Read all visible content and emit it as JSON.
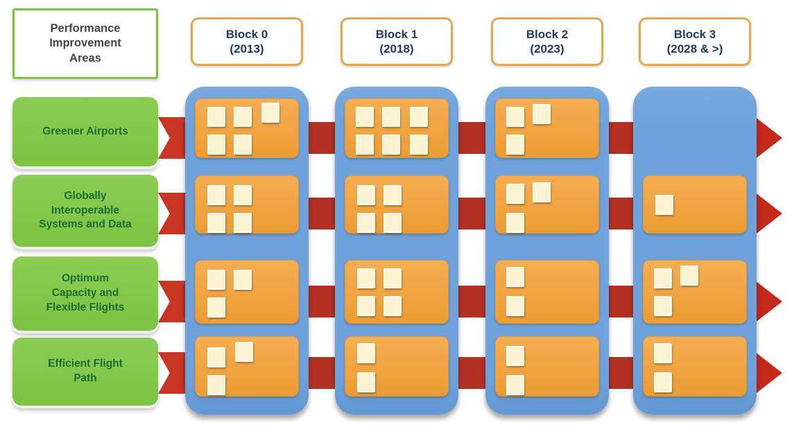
{
  "header": {
    "pia_label": "Performance\nImprovement\nAreas"
  },
  "columns": [
    {
      "id": "block0",
      "title": "Block 0",
      "year": "(2013)"
    },
    {
      "id": "block1",
      "title": "Block 1",
      "year": "(2018)"
    },
    {
      "id": "block2",
      "title": "Block 2",
      "year": "(2023)"
    },
    {
      "id": "block3",
      "title": "Block 3",
      "year": "(2028 & >)"
    }
  ],
  "rows": [
    {
      "id": "greener-airports",
      "label": "Greener Airports"
    },
    {
      "id": "globally-interoperable-systems-and-data",
      "label": "Globally\nInteroperable\nSystems and Data"
    },
    {
      "id": "optimum-capacity-and-flexible-flights",
      "label": "Optimum\nCapacity and\nFlexible Flights"
    },
    {
      "id": "efficient-flight-path",
      "label": "Efficient Flight\nPath"
    }
  ],
  "cells": [
    {
      "col": 0,
      "row": 0,
      "box": true,
      "module_count": 5,
      "squares": [
        [
          18,
          12
        ],
        [
          56,
          12
        ],
        [
          96,
          6
        ],
        [
          18,
          52
        ],
        [
          56,
          52
        ]
      ]
    },
    {
      "col": 0,
      "row": 1,
      "box": true,
      "module_count": 4,
      "squares": [
        [
          18,
          14
        ],
        [
          56,
          14
        ],
        [
          18,
          54
        ],
        [
          56,
          54
        ]
      ]
    },
    {
      "col": 0,
      "row": 2,
      "box": true,
      "module_count": 3,
      "squares": [
        [
          18,
          14
        ],
        [
          56,
          14
        ],
        [
          18,
          54
        ]
      ]
    },
    {
      "col": 0,
      "row": 3,
      "box": true,
      "module_count": 3,
      "squares": [
        [
          18,
          16
        ],
        [
          58,
          8
        ],
        [
          18,
          56
        ]
      ]
    },
    {
      "col": 1,
      "row": 0,
      "box": true,
      "module_count": 6,
      "squares": [
        [
          16,
          12
        ],
        [
          54,
          12
        ],
        [
          94,
          12
        ],
        [
          16,
          52
        ],
        [
          54,
          52
        ],
        [
          94,
          52
        ]
      ]
    },
    {
      "col": 1,
      "row": 1,
      "box": true,
      "module_count": 4,
      "squares": [
        [
          18,
          14
        ],
        [
          56,
          14
        ],
        [
          18,
          54
        ],
        [
          56,
          54
        ]
      ]
    },
    {
      "col": 1,
      "row": 2,
      "box": true,
      "module_count": 4,
      "squares": [
        [
          18,
          12
        ],
        [
          56,
          12
        ],
        [
          18,
          52
        ],
        [
          56,
          52
        ]
      ]
    },
    {
      "col": 1,
      "row": 3,
      "box": true,
      "module_count": 2,
      "squares": [
        [
          18,
          10
        ],
        [
          18,
          52
        ]
      ]
    },
    {
      "col": 2,
      "row": 0,
      "box": true,
      "module_count": 3,
      "squares": [
        [
          16,
          12
        ],
        [
          54,
          8
        ],
        [
          16,
          52
        ]
      ]
    },
    {
      "col": 2,
      "row": 1,
      "box": true,
      "module_count": 3,
      "squares": [
        [
          16,
          12
        ],
        [
          54,
          10
        ],
        [
          16,
          54
        ]
      ]
    },
    {
      "col": 2,
      "row": 2,
      "box": true,
      "module_count": 2,
      "squares": [
        [
          16,
          10
        ],
        [
          16,
          52
        ]
      ]
    },
    {
      "col": 2,
      "row": 3,
      "box": true,
      "module_count": 2,
      "squares": [
        [
          16,
          14
        ],
        [
          16,
          56
        ]
      ]
    },
    {
      "col": 3,
      "row": 0,
      "box": false,
      "module_count": 0,
      "squares": []
    },
    {
      "col": 3,
      "row": 1,
      "box": true,
      "module_count": 1,
      "squares": [
        [
          18,
          28
        ]
      ]
    },
    {
      "col": 3,
      "row": 2,
      "box": true,
      "module_count": 3,
      "squares": [
        [
          16,
          12
        ],
        [
          54,
          8
        ],
        [
          16,
          52
        ]
      ]
    },
    {
      "col": 3,
      "row": 3,
      "box": true,
      "module_count": 2,
      "squares": [
        [
          16,
          10
        ],
        [
          16,
          52
        ]
      ]
    }
  ],
  "colors": {
    "green": "#7cc342",
    "green-text": "#1b6c31",
    "blue": "#6fa2da",
    "orange": "#efa341",
    "cream": "#fbf3d1",
    "red-dark": "#b33123",
    "red-bright": "#c93523",
    "red-head": "#c42a1b",
    "tan": "#e2a94c",
    "navy": "#1f3a68"
  }
}
